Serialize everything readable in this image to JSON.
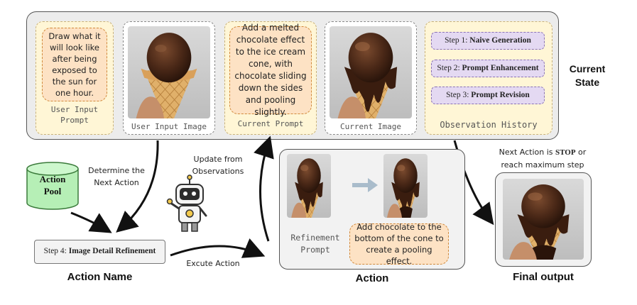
{
  "current_state": {
    "title": "Current State",
    "user_input_prompt": {
      "text": "Draw what it will look like after being exposed to the sun for one hour.",
      "caption": "User Input Prompt"
    },
    "user_input_image": {
      "caption": "User Input Image"
    },
    "current_prompt": {
      "text": "Add a melted chocolate effect to the ice cream cone, with chocolate sliding down the sides and pooling slightly.",
      "caption": "Current Prompt"
    },
    "current_image": {
      "caption": "Current Image"
    },
    "observation_history": {
      "caption": "Observation History",
      "steps": [
        {
          "prefix": "Step 1: ",
          "name": "Naive Generation"
        },
        {
          "prefix": "Step 2: ",
          "name": "Prompt Enhancement"
        },
        {
          "prefix": "Step 3: ",
          "name": "Prompt Revision"
        }
      ]
    }
  },
  "action_pool": {
    "line1": "Action",
    "line2": "Pool"
  },
  "determine_label": "Determine the Next Action",
  "update_label": "Update from Observations",
  "action_name": {
    "prefix": "Step 4: ",
    "name": "Image Detail Refinement",
    "title": "Action Name"
  },
  "execute_label": "Excute Action",
  "action": {
    "title": "Action",
    "refinement_caption": "Refinement Prompt",
    "refinement_text": "Add chocolate to the bottom of the cone to create a pooling effect."
  },
  "final": {
    "note_pre": "Next Action is ",
    "note_bold": "STOP",
    "note_post": " or",
    "note_line2": "reach maximum step",
    "title": "Final output"
  },
  "colors": {
    "panel_bg": "#ececec",
    "yellow_card": "#fff6d6",
    "bubble": "#fde2c4",
    "bubble_border": "#d18a3c",
    "step_purple": "#e4d9f2",
    "step_border": "#8a72b5",
    "pool_green": "#b6efb6",
    "arrow_gray": "#a9bccb"
  }
}
